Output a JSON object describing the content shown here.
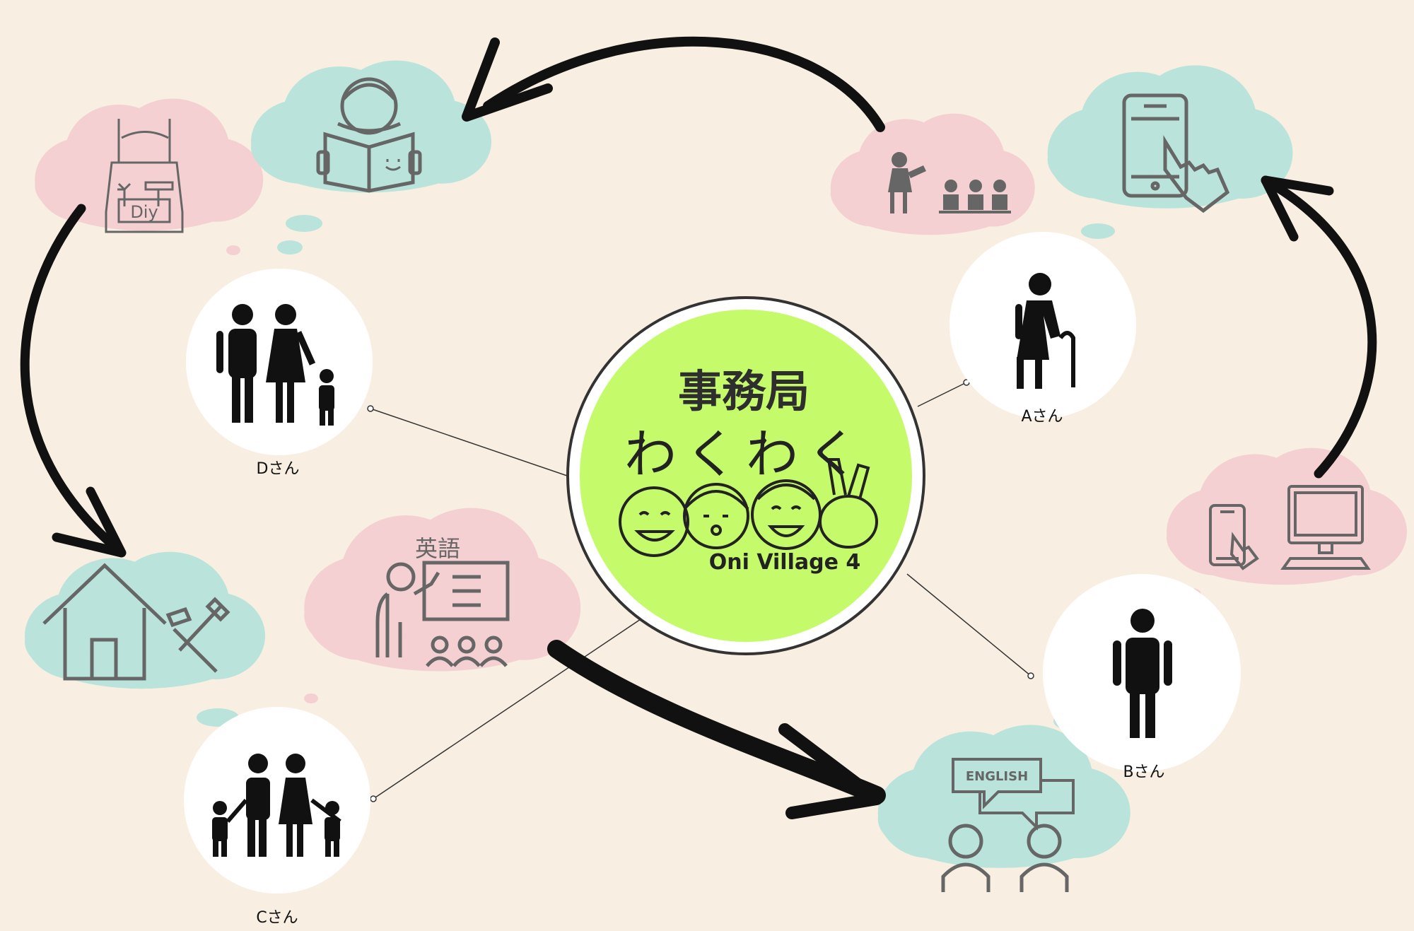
{
  "center": {
    "title": "事務局",
    "logo_main": "わくわく",
    "logo_sub": "Oni Village 4"
  },
  "people": [
    {
      "id": "a",
      "label": "Aさん",
      "icon": "elderly-woman-with-cane-icon"
    },
    {
      "id": "b",
      "label": "Bさん",
      "icon": "man-icon"
    },
    {
      "id": "c",
      "label": "Cさん",
      "icon": "family-with-two-children-icon"
    },
    {
      "id": "d",
      "label": "Dさん",
      "icon": "couple-with-child-icon"
    }
  ],
  "clouds": {
    "diy": {
      "text": "Diy",
      "icon": "diy-apron-icon"
    },
    "reading": {
      "icon": "child-reading-book-icon"
    },
    "storytelling": {
      "icon": "storytelling-audience-icon"
    },
    "smartphone": {
      "icon": "smartphone-touch-icon"
    },
    "computer": {
      "icon": "computer-and-phone-icon"
    },
    "house_repair": {
      "icon": "house-and-tools-icon"
    },
    "english_teacher": {
      "text": "英語",
      "icon": "teacher-at-board-icon"
    },
    "english_conversation": {
      "text": "ENGLISH",
      "icon": "english-conversation-icon"
    }
  },
  "colors": {
    "background": "#f8efe2",
    "pink_cloud": "#f5d0d2",
    "teal_cloud": "#b9e3db",
    "center_circle": "#c5fb6b",
    "icon_gray": "#666666",
    "arrow": "#111111"
  }
}
